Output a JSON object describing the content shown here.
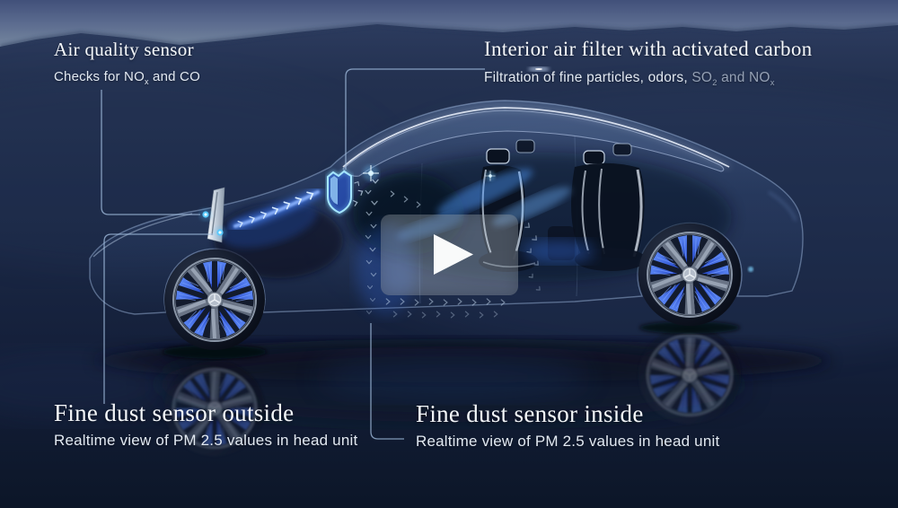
{
  "video": {
    "play_button": {
      "icon": "play-triangle"
    }
  },
  "callouts": {
    "air_quality": {
      "title": "Air quality sensor",
      "desc_p1": "Checks for NO",
      "desc_sub1": "x",
      "desc_p2": " and CO"
    },
    "interior_filter": {
      "title": "Interior air filter with activated carbon",
      "desc_p1": "Filtration of fine particles, odors, ",
      "desc_p2": "SO",
      "desc_sub2": "2",
      "desc_p3": " and NO",
      "desc_sub3": "x"
    },
    "fine_dust_outside": {
      "title": "Fine dust sensor outside",
      "desc": "Realtime view of PM 2.5 values in head unit"
    },
    "fine_dust_inside": {
      "title": "Fine dust sensor inside",
      "desc": "Realtime view of PM 2.5 values in head unit"
    }
  },
  "colors": {
    "background_navy": "#1b2845",
    "sky_haze": "#76879f",
    "accent_cyan": "#7fd4ff",
    "wheel_blue": "#3a63e8",
    "callout_line": "#a8c4e6",
    "text_white": "#f2f5f8",
    "text_dim": "#94a0b4"
  }
}
